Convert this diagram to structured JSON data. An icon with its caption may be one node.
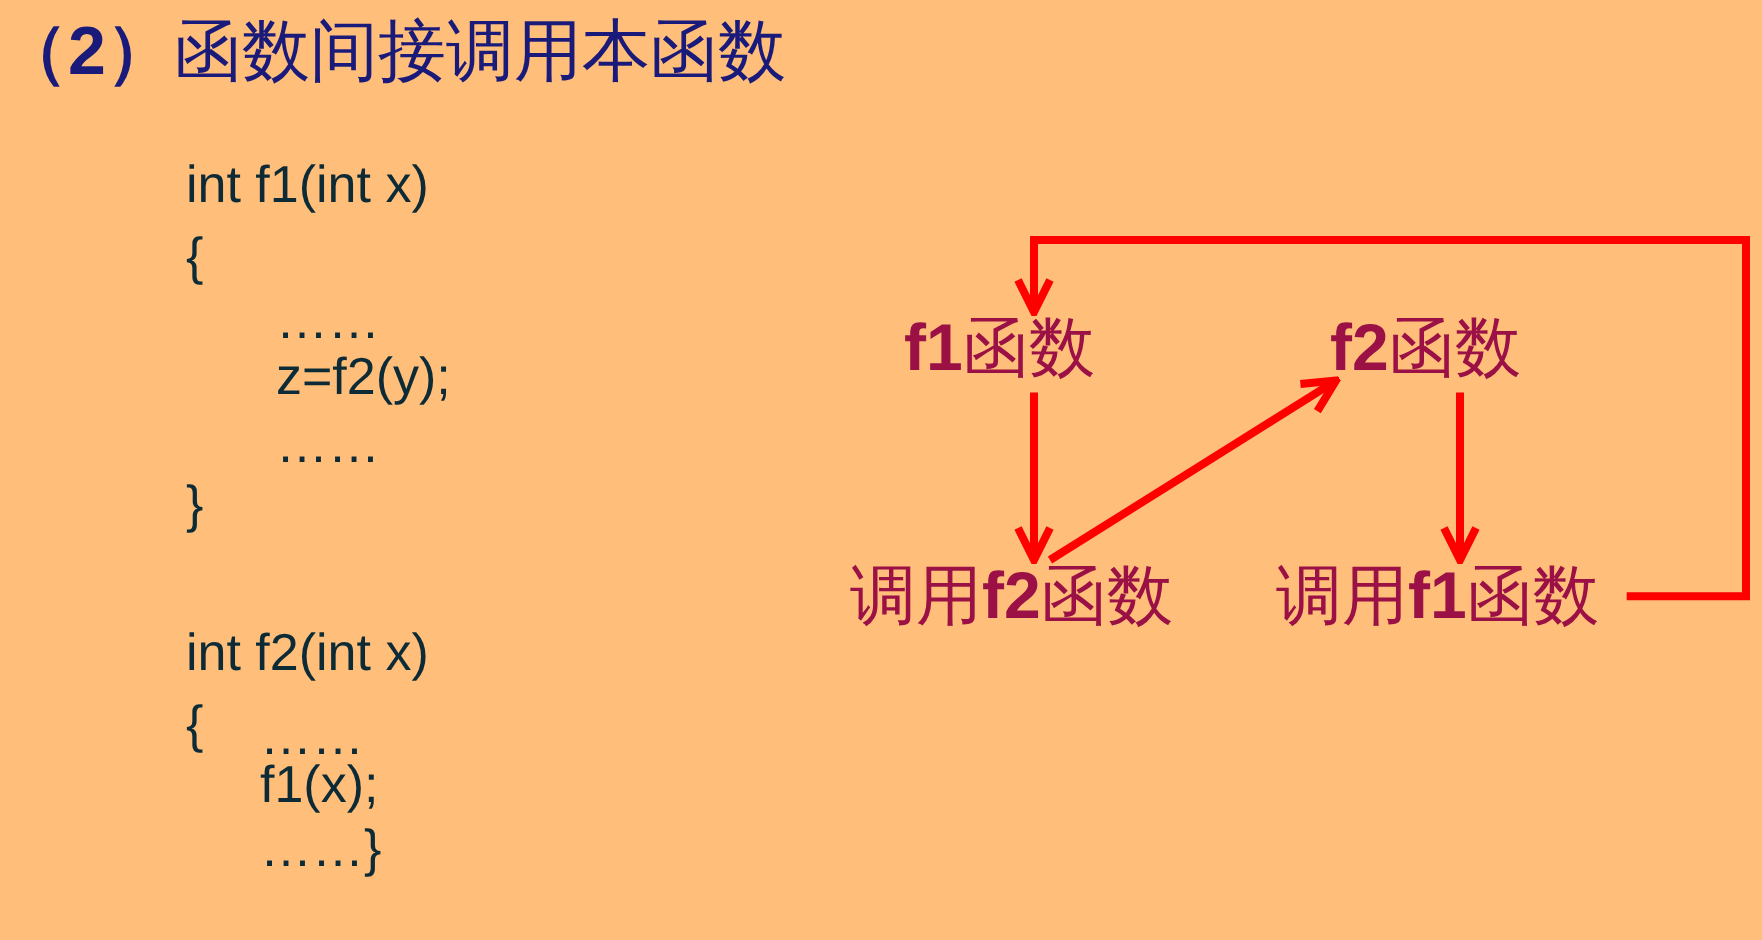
{
  "diagram": {
    "title": "**（2）**函数间接调用本函数",
    "nodes": [
      {
        "text": [
          "**f1**函数"
        ]
      },
      {
        "text": [
          "**f2**函数"
        ]
      },
      {
        "text": [
          "调用**f2**函数"
        ]
      },
      {
        "text": [
          "调用**f1**函数"
        ]
      }
    ],
    "edges": [
      {
        "from": 0,
        "to": 2,
        "arrow": "to"
      },
      {
        "from": 2,
        "to": 1,
        "arrow": "to"
      },
      {
        "from": 1,
        "to": 3,
        "arrow": "to"
      },
      {
        "from": 3,
        "to": 0,
        "arrow": "to"
      }
    ],
    "labels": [
      "int f1(int x)",
      "{",
      "……",
      "z=f2(y);",
      "……",
      "}",
      "int f2(int x)",
      "{",
      "……",
      "f1(x);",
      "……}"
    ]
  }
}
